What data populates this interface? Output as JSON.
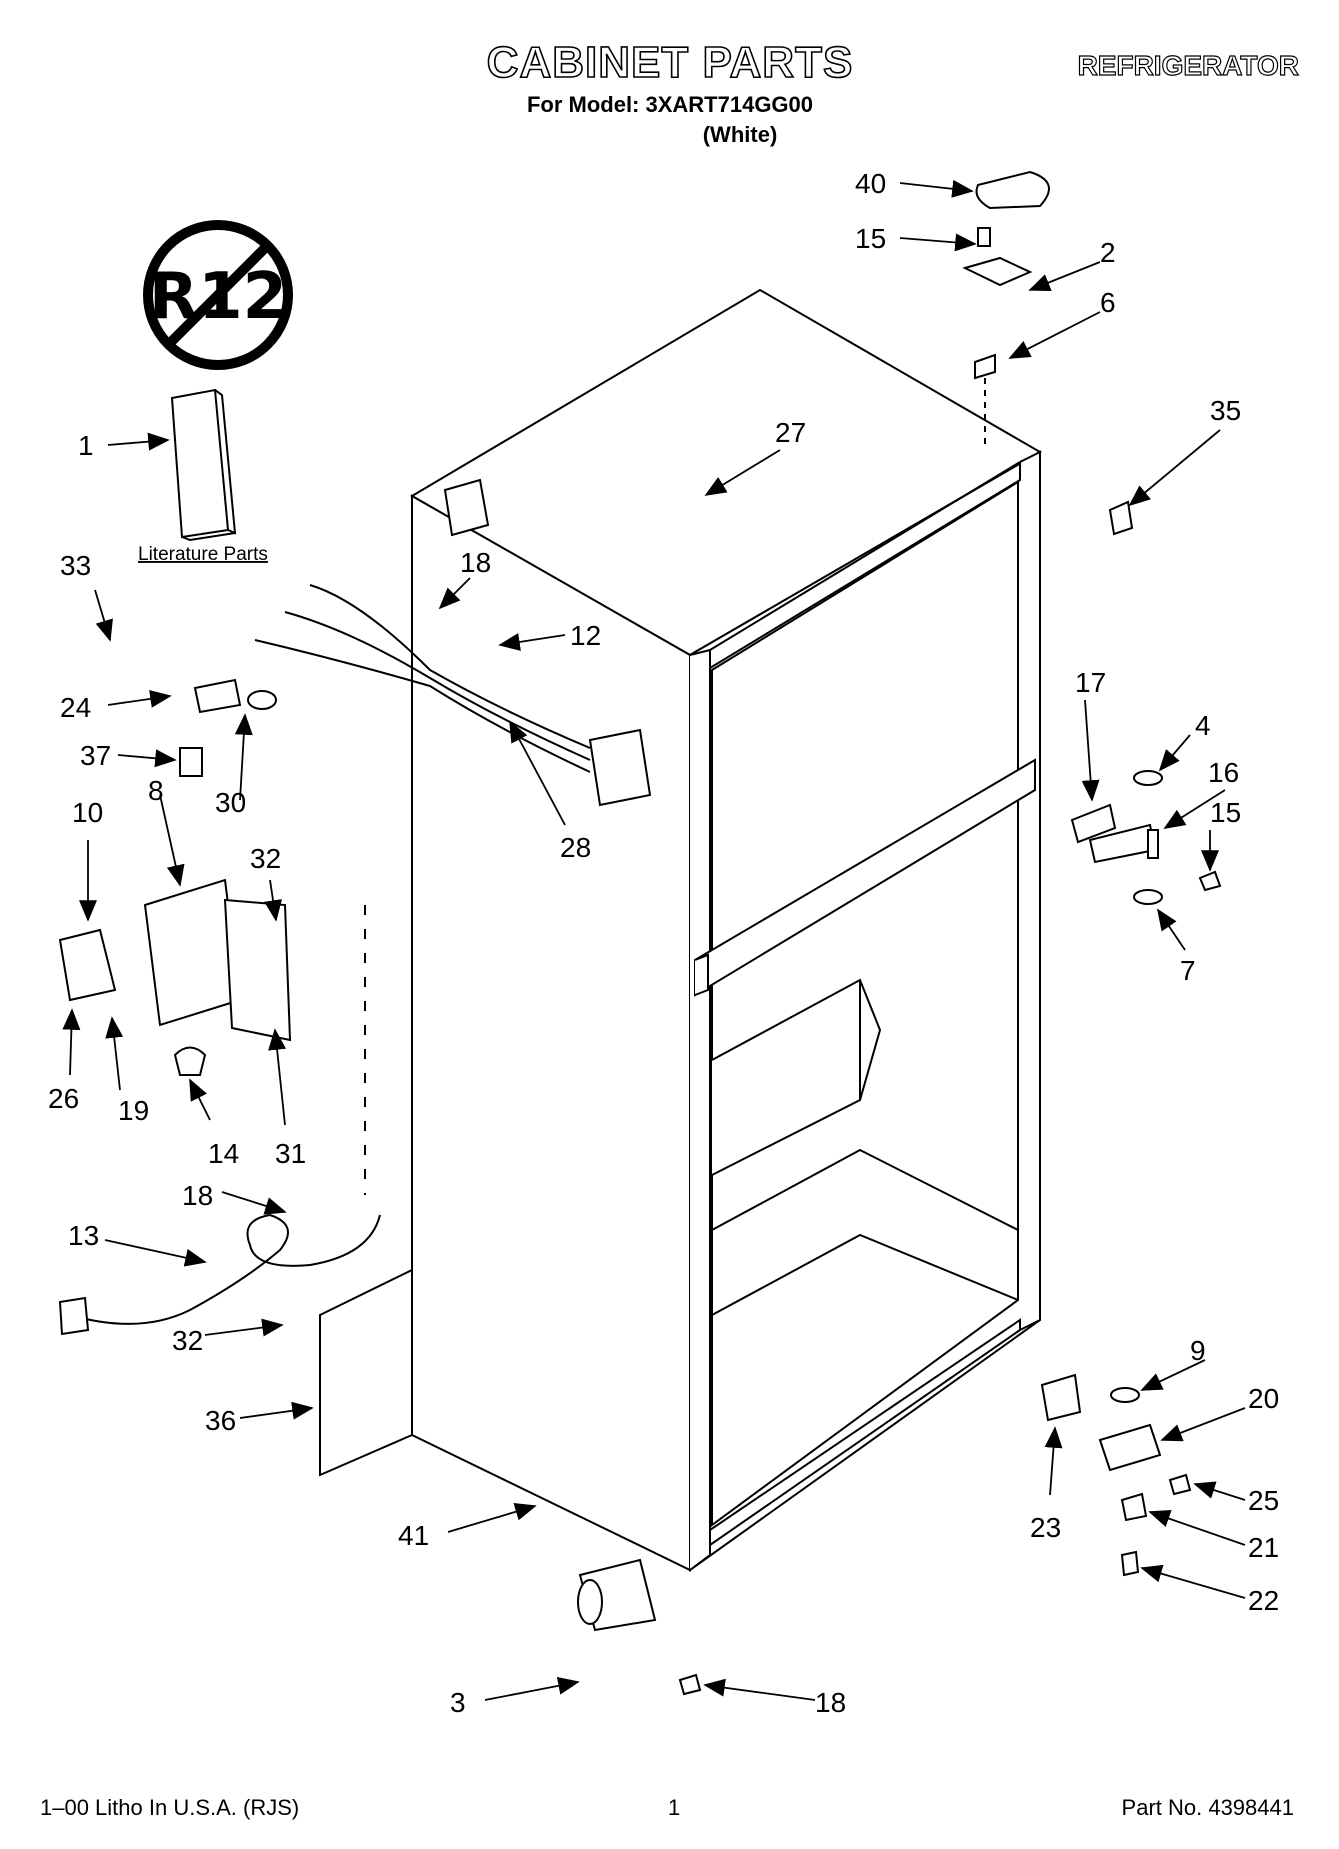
{
  "header": {
    "title": "CABINET PARTS",
    "model_line": "For Model: 3XART714GG00",
    "color_line": "(White)",
    "appliance": "REFRIGERATOR"
  },
  "badge": {
    "text": "R12"
  },
  "literature_label": "Literature Parts",
  "callouts": [
    "40",
    "15",
    "2",
    "6",
    "35",
    "27",
    "1",
    "33",
    "18",
    "12",
    "24",
    "37",
    "30",
    "28",
    "10",
    "8",
    "32",
    "17",
    "4",
    "16",
    "15",
    "7",
    "26",
    "19",
    "14",
    "31",
    "18",
    "13",
    "32",
    "36",
    "9",
    "20",
    "25",
    "21",
    "22",
    "23",
    "41",
    "3",
    "18"
  ],
  "footer": {
    "left": "1–00 Litho In U.S.A. (RJS)",
    "page": "1",
    "part_no": "Part No. 4398441"
  }
}
